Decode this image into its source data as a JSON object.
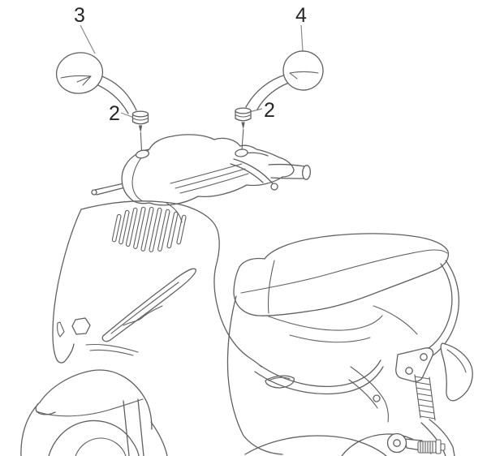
{
  "diagram": {
    "kind": "parts-catalog-line-drawing",
    "subject": "scooter rear-view mirrors exploded view",
    "callouts": [
      {
        "label": "3",
        "target": "left-mirror"
      },
      {
        "label": "4",
        "target": "right-mirror"
      },
      {
        "label": "2",
        "target": "left-mirror-mount-nut"
      },
      {
        "label": "2",
        "target": "right-mirror-mount-nut"
      }
    ],
    "colors": {
      "background": "#ffffff",
      "line": "#606060",
      "leader": "#8a8a8a",
      "label": "#262626"
    }
  }
}
